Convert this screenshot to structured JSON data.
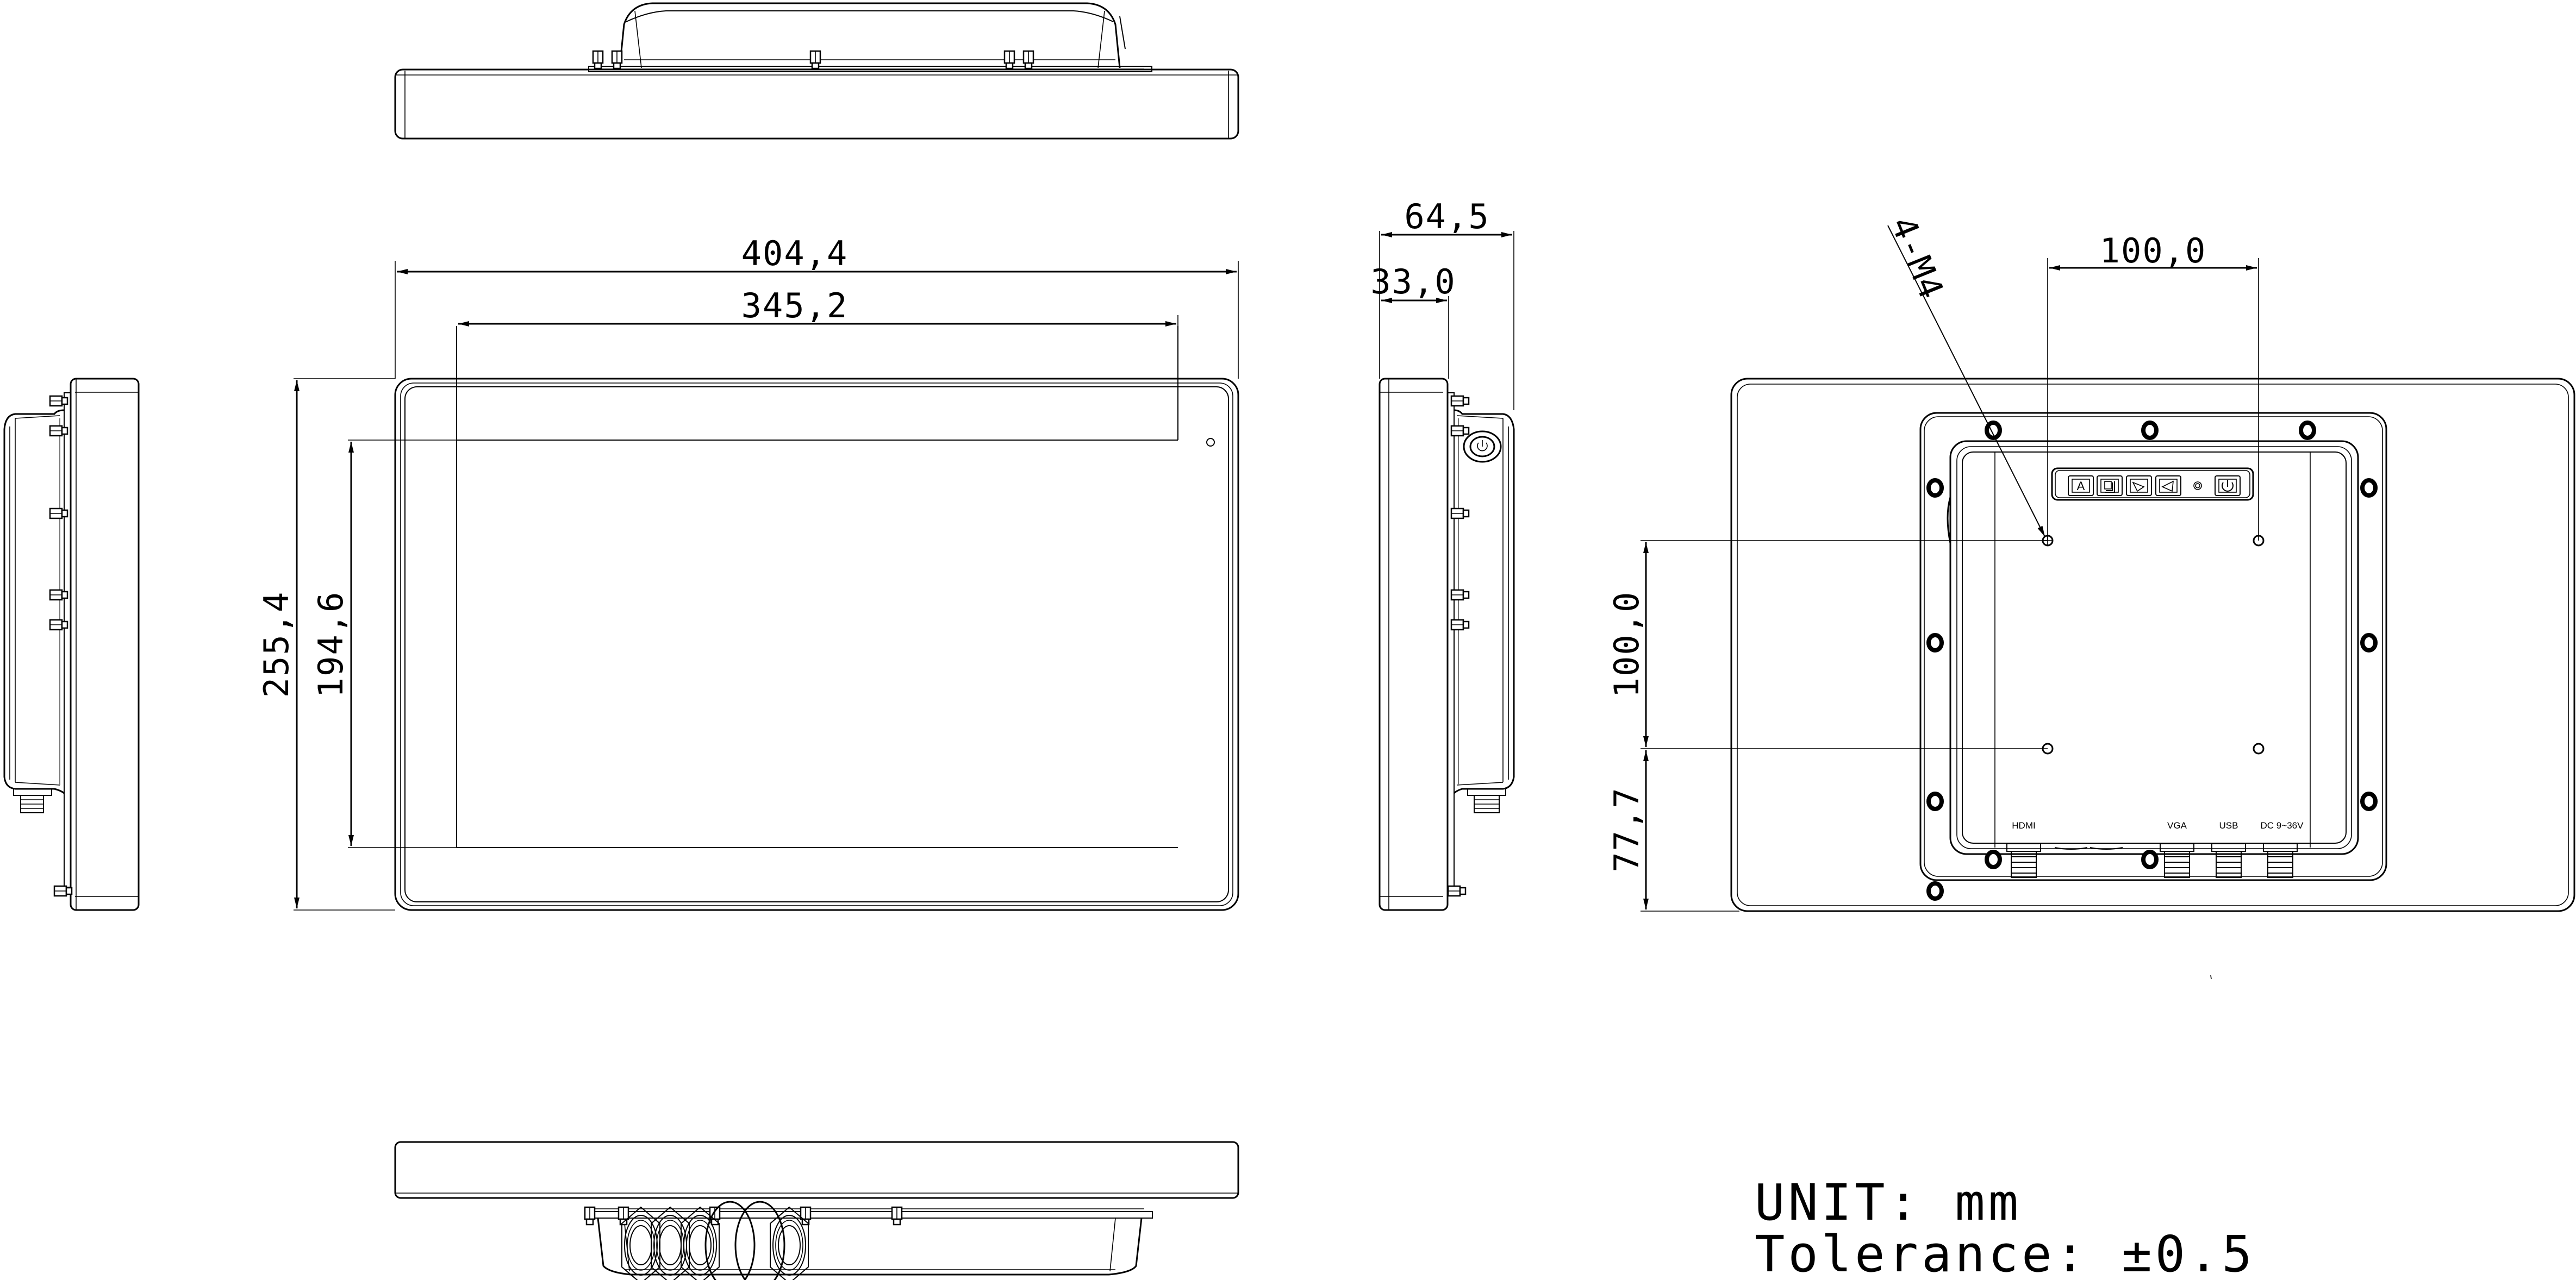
{
  "drawing": {
    "title": "Panel PC mechanical dimension drawing",
    "views": [
      "top-view",
      "front-view",
      "left-side-view",
      "right-side-view",
      "rear-view",
      "bottom-view"
    ]
  },
  "front_view": {
    "overall_width": "404,4",
    "active_area_width": "345,2",
    "overall_height": "255,4",
    "active_area_height": "194,6"
  },
  "side_view": {
    "total_depth": "64,5",
    "bezel_depth": "33,0"
  },
  "rear_view": {
    "vesa_horizontal": "100,0",
    "vesa_vertical": "100,0",
    "vesa_to_bottom": "77,7",
    "screw_callout": "4-M4",
    "osd_buttons": [
      {
        "name": "auto-adjust",
        "glyph": "A"
      },
      {
        "name": "menu",
        "glyph": "layers"
      },
      {
        "name": "up",
        "glyph": "arrow-up-right"
      },
      {
        "name": "down",
        "glyph": "arrow-down-left"
      },
      {
        "name": "power-led",
        "glyph": "led"
      },
      {
        "name": "power",
        "glyph": "power"
      }
    ],
    "port_labels": [
      "HDMI",
      "VGA",
      "USB",
      "DC 9~36V"
    ]
  },
  "bottom_view": {
    "connectors": [
      "m12-connector-4pin",
      "m12-connector-8pin",
      "m12-connector-8pin",
      "blanking-plug",
      "blanking-plug",
      "m12-connector-8pin"
    ]
  },
  "notes": {
    "unit": "UNIT: mm",
    "tolerance": "Tolerance: ±0.5"
  },
  "colors": {
    "line": "#000000",
    "background": "#ffffff",
    "hidden_line": "#777777"
  }
}
